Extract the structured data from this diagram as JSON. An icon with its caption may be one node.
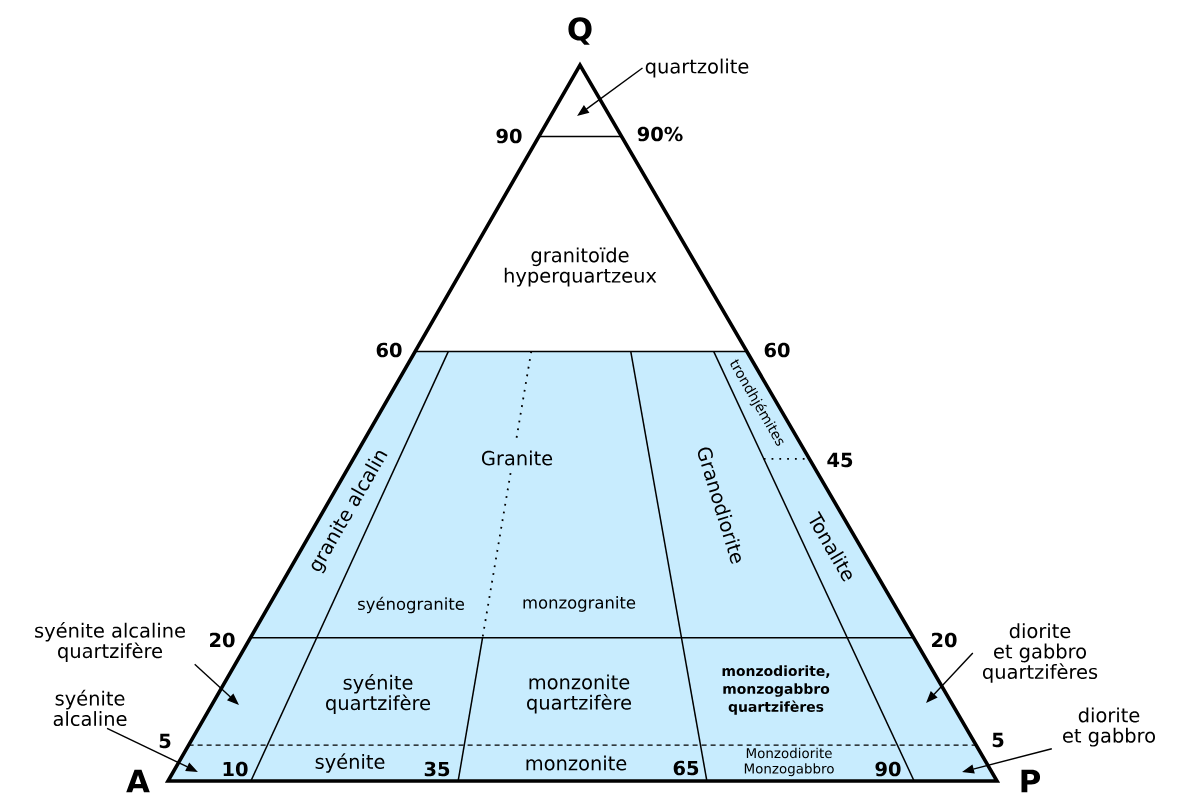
{
  "diagram": {
    "nodes": [
      {
        "text": [
          "quartzolite"
        ]
      },
      {
        "text": [
          "syénite alcaline quartzifère"
        ]
      },
      {
        "text": [
          "diorite et gabbro quartzifères"
        ]
      },
      {
        "text": [
          "syénite alcaline"
        ]
      },
      {
        "text": [
          "diorite et gabbro"
        ]
      }
    ],
    "edges": [
      {
        "from": 0,
        "to": null,
        "arrow": "to"
      },
      {
        "from": 1,
        "to": null,
        "arrow": "to"
      },
      {
        "from": 2,
        "to": null,
        "arrow": "to"
      },
      {
        "from": 3,
        "to": null,
        "arrow": "to"
      },
      {
        "from": 4,
        "to": null,
        "arrow": "to"
      }
    ],
    "labels": [
      "Q",
      "90",
      "90%",
      "granitoïde hyperquartzeux",
      "60",
      "60",
      "granite alcalin",
      "Granite",
      "Granodiorite",
      "trondhjémites",
      "45",
      "Tonalite",
      "syénogranite",
      "monzogranite",
      "20",
      "20",
      "syénite quartzifère",
      "monzonite quartzifère",
      "monzodiorite, monzogabbro quartzifères",
      "5",
      "5",
      "A",
      "10",
      "syénite",
      "35",
      "monzonite",
      "65",
      "Monzodiorite Monzogabbro",
      "90",
      "P"
    ]
  }
}
